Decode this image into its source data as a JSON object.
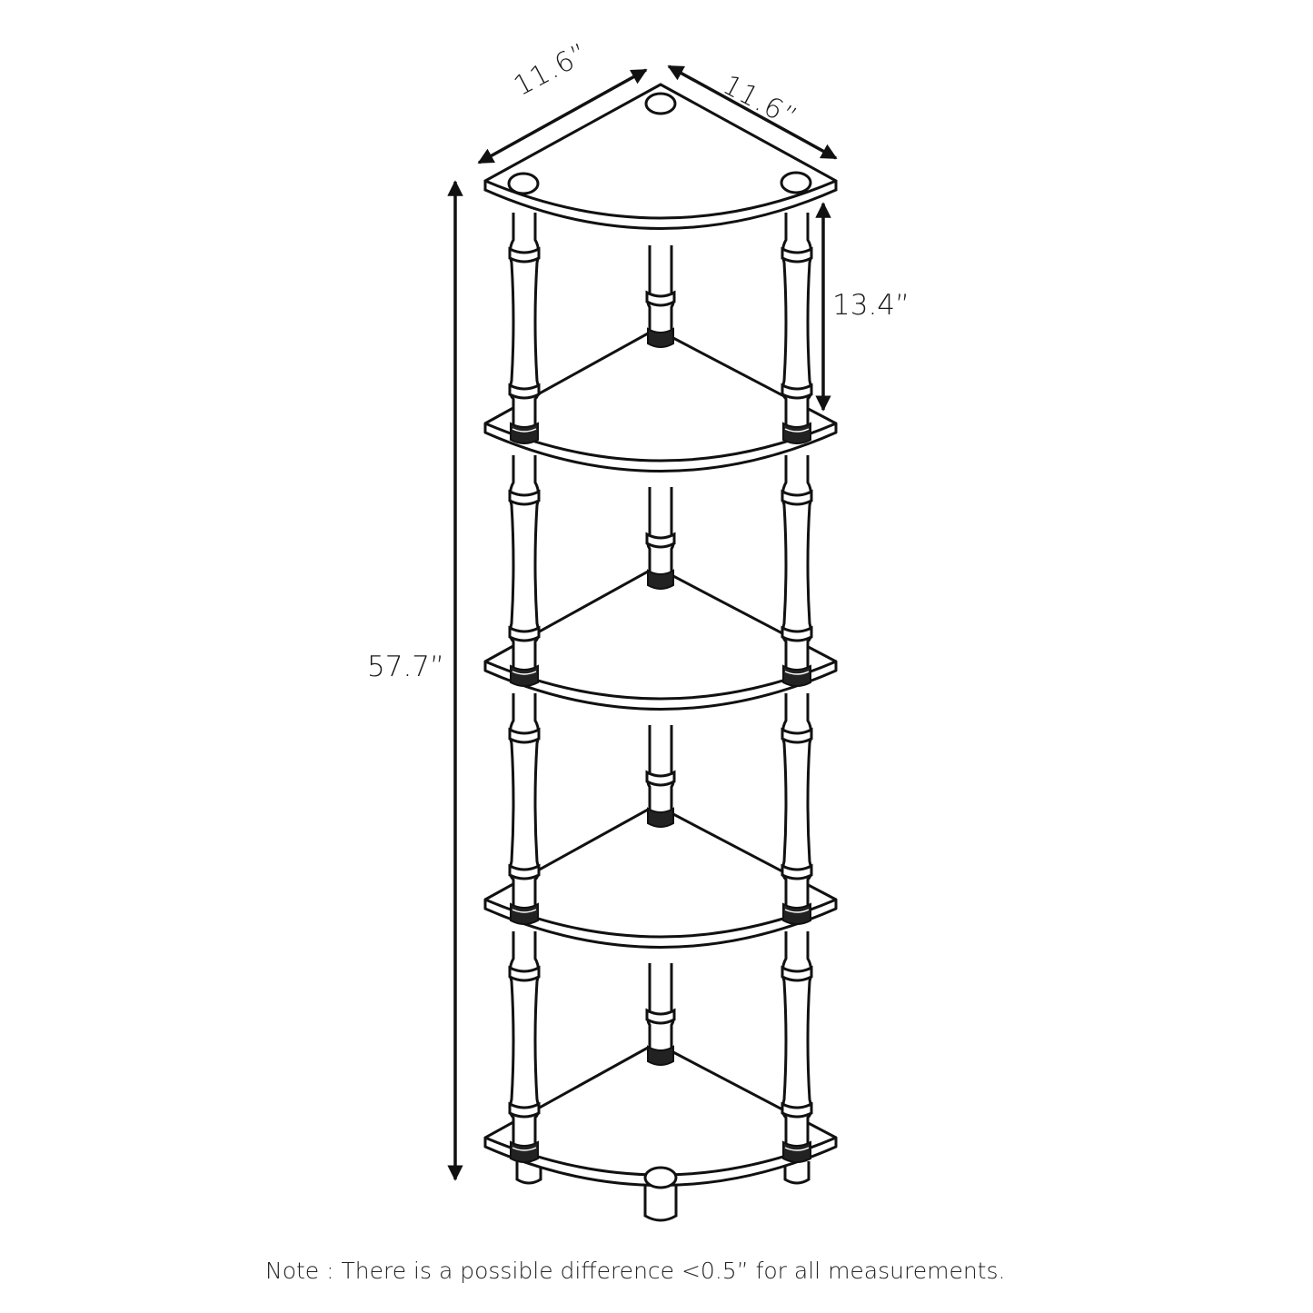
{
  "diagram": {
    "subject": "5-tier corner shelf line drawing with dimensions",
    "tiers": 5,
    "colors": {
      "line": "#111111",
      "background": "#ffffff"
    }
  },
  "dimensions": {
    "width_left": "11.6”",
    "width_right": "11.6”",
    "tier_height": "13.4”",
    "total_height": "57.7”"
  },
  "note": "Note : There is a possible difference <0.5” for all measurements."
}
